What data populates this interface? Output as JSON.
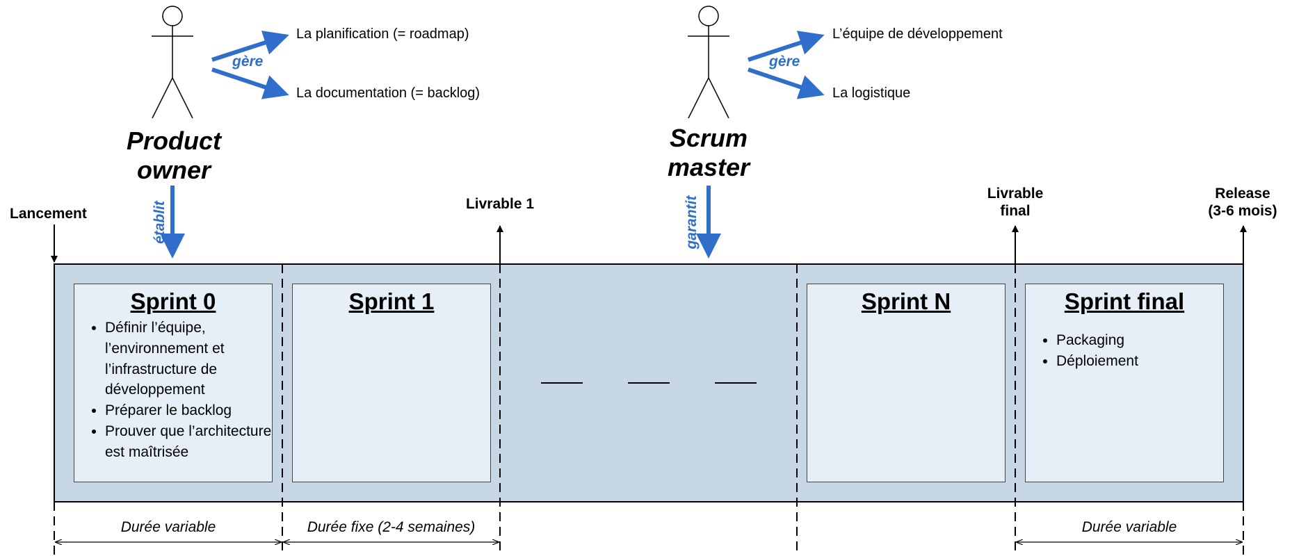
{
  "actors": {
    "product_owner": {
      "label_line1": "Product",
      "label_line2": "owner",
      "verb": "gère",
      "manages": [
        "La planification (= roadmap)",
        "La documentation (= backlog)"
      ],
      "link_verb": "établit"
    },
    "scrum_master": {
      "label_line1": "Scrum",
      "label_line2": "master",
      "verb": "gère",
      "manages": [
        "L’équipe de développement",
        "La logistique"
      ],
      "link_verb": "garantit"
    }
  },
  "milestones": {
    "launch": "Lancement",
    "deliverable_1": "Livrable 1",
    "final_line1": "Livrable",
    "final_line2": "final",
    "release_line1": "Release",
    "release_line2": "(3-6 mois)"
  },
  "sprints": [
    {
      "title": "Sprint 0",
      "items": [
        "Définir l’équipe, l’environnement et l’infrastructure de développement",
        "Préparer le backlog",
        "Prouver que l’architecture est maîtrisée"
      ]
    },
    {
      "title": "Sprint 1",
      "items": []
    },
    {
      "title": "Sprint N",
      "items": []
    },
    {
      "title": "Sprint final",
      "items": [
        "Packaging",
        "Déploiement"
      ]
    }
  ],
  "durations": {
    "sprint0": "Durée variable",
    "sprint1": "Durée fixe (2-4 semaines)",
    "final": "Durée variable"
  },
  "colors": {
    "band": "#c8d7e6",
    "box": "#e6eef8",
    "accent": "#2f6fcb"
  }
}
